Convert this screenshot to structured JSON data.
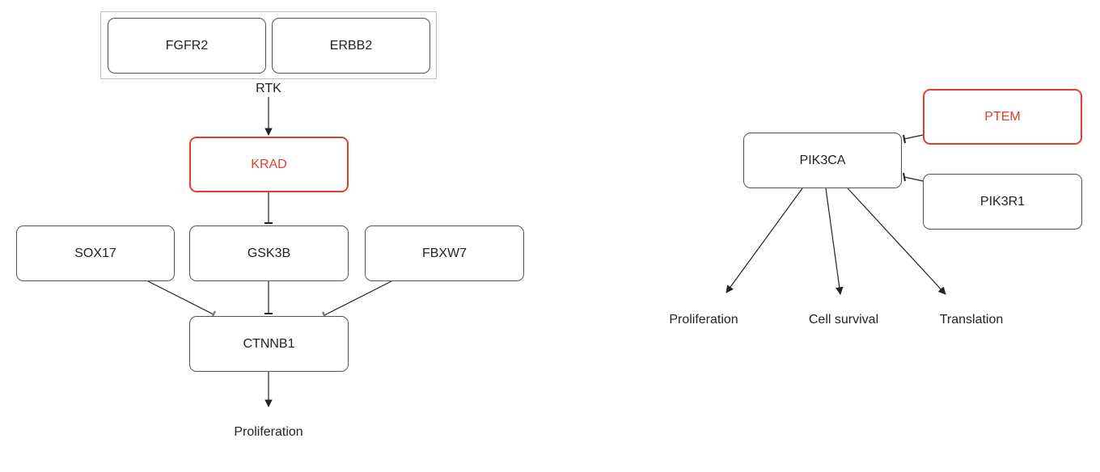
{
  "colors": {
    "edge": "#222222",
    "node_border": "#555555",
    "highlight": "#e0402e",
    "group_border": "#bfbfbf"
  },
  "left_pathway": {
    "receptor_group": {
      "label": "RTK",
      "members": [
        "FGFR2",
        "ERBB2"
      ]
    },
    "kras": "KRAD",
    "gsk3b": "GSK3B",
    "sox17": "SOX17",
    "fbxw7": "FBXW7",
    "ctnnb1": "CTNNB1",
    "outcome": "Proliferation"
  },
  "right_pathway": {
    "pik3ca": "PIK3CA",
    "pten": "PTEM",
    "pik3r1": "PIK3R1",
    "outcomes": [
      "Proliferation",
      "Cell survival",
      "Translation"
    ]
  }
}
